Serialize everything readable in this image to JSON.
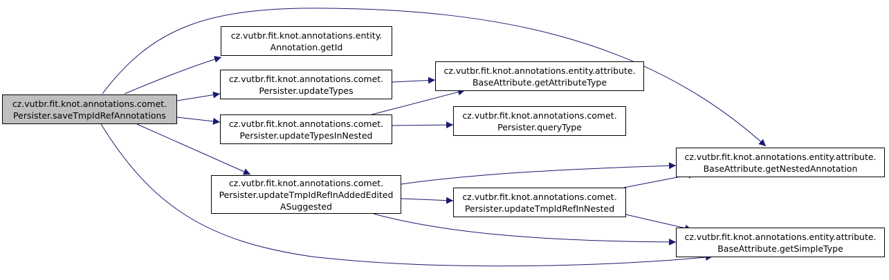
{
  "nodes": {
    "root": [
      "cz.vutbr.fit.knot.annotations.comet.",
      "Persister.saveTmpIdRefAnnotations"
    ],
    "annotation_get_id": [
      "cz.vutbr.fit.knot.annotations.entity.",
      "Annotation.getId"
    ],
    "update_types": [
      "cz.vutbr.fit.knot.annotations.comet.",
      "Persister.updateTypes"
    ],
    "update_types_in_nested": [
      "cz.vutbr.fit.knot.annotations.comet.",
      "Persister.updateTypesInNested"
    ],
    "update_tmpid_added_edited": [
      "cz.vutbr.fit.knot.annotations.comet.",
      "Persister.updateTmpIdRefInAddedEdited",
      "ASuggested"
    ],
    "get_attribute_type": [
      "cz.vutbr.fit.knot.annotations.entity.attribute.",
      "BaseAttribute.getAttributeType"
    ],
    "query_type": [
      "cz.vutbr.fit.knot.annotations.comet.",
      "Persister.queryType"
    ],
    "update_tmpid_nested": [
      "cz.vutbr.fit.knot.annotations.comet.",
      "Persister.updateTmpIdRefInNested"
    ],
    "get_nested_annotation": [
      "cz.vutbr.fit.knot.annotations.entity.attribute.",
      "BaseAttribute.getNestedAnnotation"
    ],
    "get_simple_type": [
      "cz.vutbr.fit.knot.annotations.entity.attribute.",
      "BaseAttribute.getSimpleType"
    ]
  },
  "colors": {
    "edge": "#191970",
    "root_fill": "#bfbfbf",
    "node_fill": "#ffffff",
    "border": "#000000"
  }
}
